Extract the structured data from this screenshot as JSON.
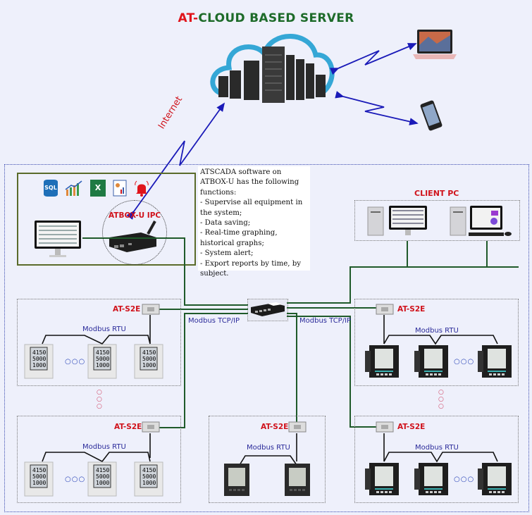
{
  "title": {
    "prefix": "AT-",
    "main": "CLOUD BASED SERVER"
  },
  "internet_label": "Internet",
  "atbox": {
    "label": "ATBOX-U IPC",
    "software_icons": [
      "sql-database-icon",
      "chart-icon",
      "excel-icon",
      "report-icon",
      "alarm-bell-icon"
    ],
    "sql_text": "SQL",
    "excel_text": "X"
  },
  "info": {
    "lines": [
      "ATSCADA software on ATBOX-U has the following functions:",
      "- Supervise all equipment in the system;",
      "- Data saving;",
      "- Real-time graphing, historical graphs;",
      "- System alert;",
      "- Export reports by time, by subject."
    ]
  },
  "client_pc": {
    "label": "CLIENT PC"
  },
  "links": {
    "tcp_left": "Modbus TCP/IP",
    "tcp_right": "Modbus TCP/IP"
  },
  "groups": [
    {
      "gateway": "AT-S2E",
      "bus": "Modbus RTU",
      "ellipsis": "○○○"
    },
    {
      "gateway": "AT-S2E",
      "bus": "Modbus RTU",
      "ellipsis": "○○○"
    },
    {
      "gateway": "AT-S2E",
      "bus": "Modbus RTU"
    },
    {
      "gateway": "AT-S2E",
      "bus": "Modbus RTU",
      "ellipsis": "○○○"
    },
    {
      "gateway": "AT-S2E",
      "bus": "Modbus RTU",
      "ellipsis": "○○○"
    }
  ],
  "colors": {
    "accent_red": "#e0141b",
    "title_green": "#1e6b2a",
    "link_blue": "#1a1ab8",
    "wire_green": "#1f5a2a",
    "cloud_blue": "#35a7d6"
  }
}
